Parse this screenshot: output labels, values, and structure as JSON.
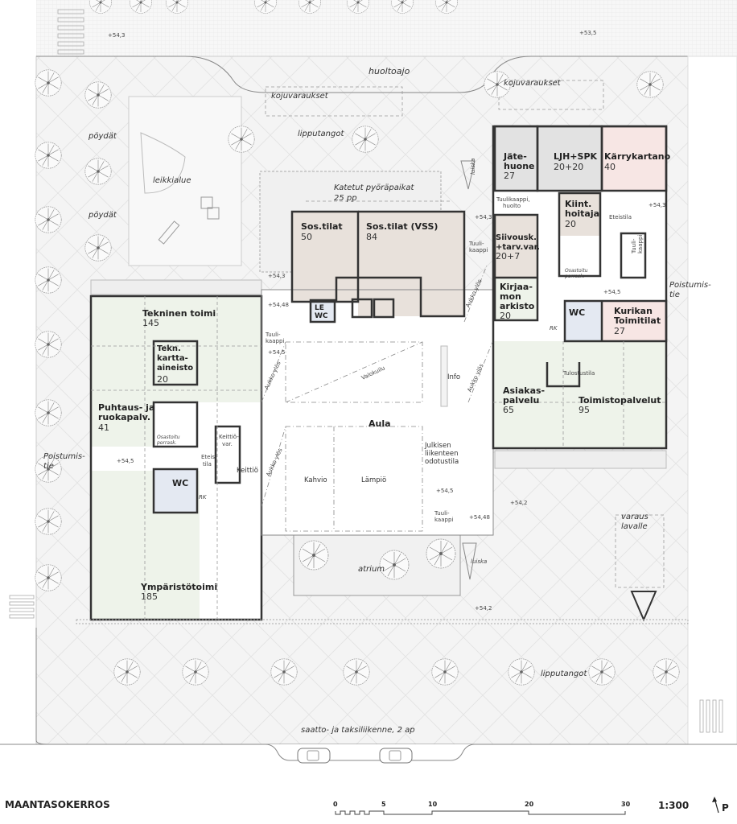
{
  "footer": {
    "title": "MAANTASOKERROS",
    "scale": "1:300",
    "north": "P",
    "scalebar_ticks": [
      "0",
      "5",
      "10",
      "20",
      "30"
    ]
  },
  "colors": {
    "office_green": "#eef3ea",
    "social_beige": "#e8e1db",
    "service_gray": "#e2e2e2",
    "pink": "#f7e6e4",
    "wc_blue": "#e4e9f2",
    "ground": "#f3f3f3",
    "wall": "#333333"
  },
  "rooms": [
    {
      "name": [
        "Jäte-",
        "huone"
      ],
      "area": "27"
    },
    {
      "name": [
        "LJH+SPK"
      ],
      "area": "20+20"
    },
    {
      "name": [
        "Kärrykartano"
      ],
      "area": "40"
    },
    {
      "name": [
        "Kiint.",
        "hoitaja"
      ],
      "area": "20"
    },
    {
      "name": [
        "Siivousk.",
        "+tarv.var."
      ],
      "area": "20+7"
    },
    {
      "name": [
        "Kirjaa-",
        "mon",
        "arkisto"
      ],
      "area": "20"
    },
    {
      "name": [
        "Kurikan",
        "Toimitilat"
      ],
      "area": "27"
    },
    {
      "name": [
        "WC"
      ],
      "area": ""
    },
    {
      "name": [
        "Sos.tilat"
      ],
      "area": "50"
    },
    {
      "name": [
        "Sos.tilat (VSS)"
      ],
      "area": "84"
    },
    {
      "name": [
        "LE",
        "WC"
      ],
      "area": ""
    },
    {
      "name": [
        "Tekninen toimi"
      ],
      "area": "145"
    },
    {
      "name": [
        "Tekn.",
        "kartta-",
        "aineisto"
      ],
      "area": "20"
    },
    {
      "name": [
        "Puhtaus- ja",
        "ruokapalv."
      ],
      "area": "41"
    },
    {
      "name": [
        "WC"
      ],
      "area": ""
    },
    {
      "name": [
        "Ympäristötoimi"
      ],
      "area": "185"
    },
    {
      "name": [
        "Asiakas-",
        "palvelu"
      ],
      "area": "65"
    },
    {
      "name": [
        "Toimistopalvelut"
      ],
      "area": "95"
    },
    {
      "name": [
        "Aula"
      ],
      "area": ""
    }
  ],
  "labels": {
    "huoltoajo": "huoltoajo",
    "kojuvaraukset": "kojuvaraukset",
    "lipputangot": "lipputangot",
    "poydat": "pöydät",
    "leikkialue": "leikkialue",
    "katetut": "Katetut pyöräpaikat",
    "pp": "25 pp",
    "luiska": "luiska",
    "tuulikaappi_huolto": [
      "Tuulikaappi,",
      "huolto"
    ],
    "eteistila": "Eteistila",
    "tuulikaappi": [
      "Tuuli-",
      "kaappi"
    ],
    "osastoitu": [
      "Osastoitu",
      "porrask."
    ],
    "rk": "RK",
    "poistumistie": [
      "Poistumis-",
      "tie"
    ],
    "aukko_ylos": "Aukko ylös",
    "valokuilu": "Valokuilu",
    "info": "Info",
    "kahvio": "Kahvio",
    "lampio": "Lämpiö",
    "odotustila": [
      "Julkisen",
      "liikenteen",
      "odotustila"
    ],
    "tulostustila": "Tulostustila",
    "keittio": "Keittiö",
    "keittio_var": [
      "Keittiö-",
      "var."
    ],
    "eteis_tila": [
      "Eteis-",
      "tila"
    ],
    "atrium": "atrium",
    "varaus_lavalle": [
      "varaus",
      "lavalle"
    ],
    "saatto": "saatto- ja taksiliikenne, 2 ap"
  },
  "levels": {
    "l543": "+54,3",
    "l535": "+53,5",
    "l545": "+54,5",
    "l5448": "+54,48",
    "l542": "+54,2"
  }
}
